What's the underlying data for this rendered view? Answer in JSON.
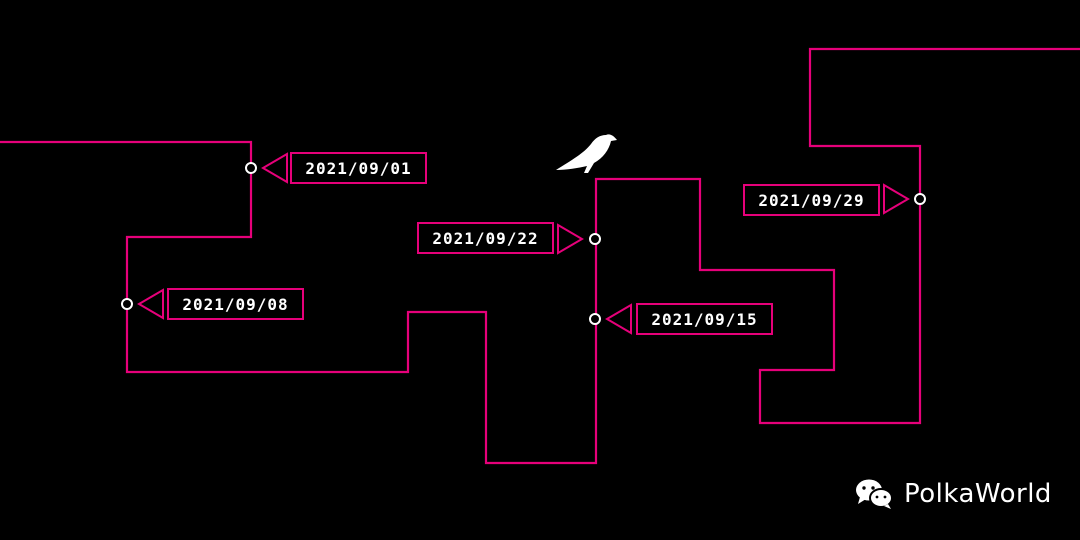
{
  "colors": {
    "line": "#e6007a",
    "background": "#000000",
    "text": "#ffffff"
  },
  "milestones": [
    {
      "date": "2021/09/01",
      "pointer": "left"
    },
    {
      "date": "2021/09/08",
      "pointer": "left"
    },
    {
      "date": "2021/09/15",
      "pointer": "left"
    },
    {
      "date": "2021/09/22",
      "pointer": "right"
    },
    {
      "date": "2021/09/29",
      "pointer": "right"
    }
  ],
  "icons": {
    "bird": "kusama-bird-icon",
    "chat": "wechat-icon"
  },
  "watermark": {
    "label": "PolkaWorld"
  }
}
